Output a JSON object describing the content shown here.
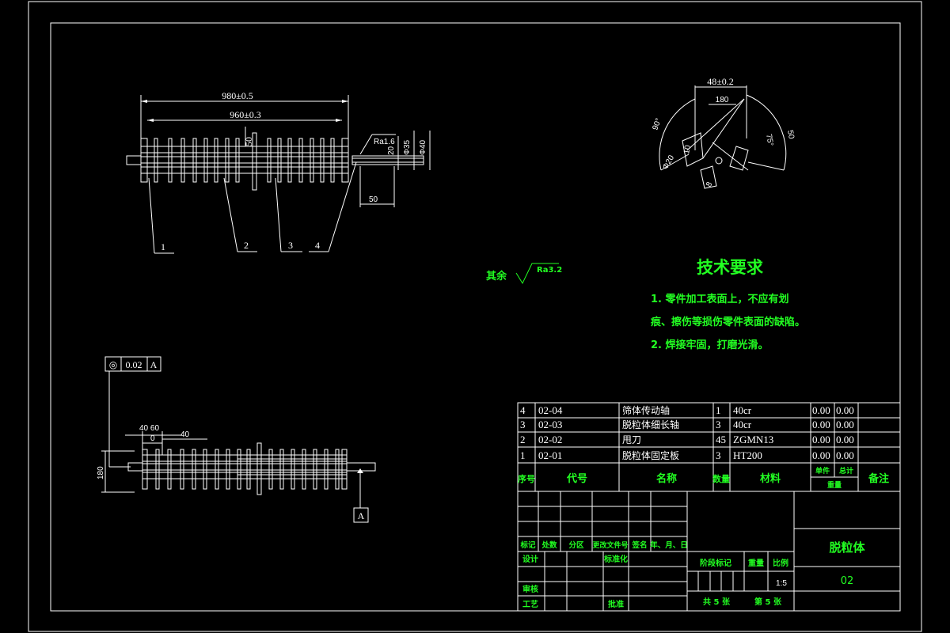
{
  "colors": {
    "background": "#000000",
    "lines": "#ffffff",
    "text_green": "#22ff22"
  },
  "front_view": {
    "dim_overall": "980±0.5",
    "dim_inner": "960±0.3",
    "dim_50_vertical": "50",
    "dim_20": "20",
    "dim_35": "Φ35",
    "dim_40": "Φ40",
    "dim_50_bottom": "50",
    "roughness": "Ra1.6",
    "balloons": [
      "1",
      "2",
      "3",
      "4"
    ]
  },
  "side_view": {
    "dim_width": "48±0.2",
    "dim_180": "180",
    "angle_90": "90°",
    "angle_75": "75°",
    "dim_50": "50",
    "dim_20": "Φ20",
    "dim_10": "10",
    "dim_8": "8"
  },
  "bottom_view": {
    "tolerance_symbol": "◎",
    "tolerance_value": "0.02",
    "datum": "A",
    "dim_40_60": "40 60",
    "dim_0": "0",
    "dim_40": "40",
    "dim_180": "180",
    "datum_box": "A"
  },
  "surface_note": {
    "label": "其余",
    "value": "Ra3.2"
  },
  "tech_requirements": {
    "title": "技术要求",
    "lines": [
      "1. 零件加工表面上，不应有划",
      "痕、擦伤等损伤零件表面的缺陷。",
      "2. 焊接牢固，打磨光滑。"
    ]
  },
  "parts_list": {
    "rows": [
      {
        "no": "4",
        "code": "02-04",
        "name": "筛体传动轴",
        "qty": "1",
        "material": "40cr",
        "unit": "0.00",
        "total": "0.00"
      },
      {
        "no": "3",
        "code": "02-03",
        "name": "脱粒体细长轴",
        "qty": "3",
        "material": "40cr",
        "unit": "0.00",
        "total": "0.00"
      },
      {
        "no": "2",
        "code": "02-02",
        "name": "甩刀",
        "qty": "45",
        "material": "ZGMN13",
        "unit": "0.00",
        "total": "0.00"
      },
      {
        "no": "1",
        "code": "02-01",
        "name": "脱粒体固定板",
        "qty": "3",
        "material": "HT200",
        "unit": "0.00",
        "total": "0.00"
      }
    ],
    "headers": {
      "no": "序号",
      "code": "代号",
      "name": "名称",
      "qty": "数量",
      "material": "材料",
      "unit": "单件",
      "total": "总计",
      "weight": "重量",
      "remark": "备注"
    }
  },
  "title_block": {
    "row_labels": [
      "标记",
      "处数",
      "分区",
      "更改文件号",
      "签名",
      "年、月、日"
    ],
    "design": "设计",
    "standard": "标准化",
    "stage": "阶段标记",
    "weight": "重量",
    "scale": "比例",
    "scale_value": "1:5",
    "review": "审核",
    "process": "工艺",
    "approve": "批准",
    "sheets": "共 5 张",
    "sheet_no": "第 5 张",
    "drawing_name": "脱粒体",
    "drawing_no": "02"
  }
}
